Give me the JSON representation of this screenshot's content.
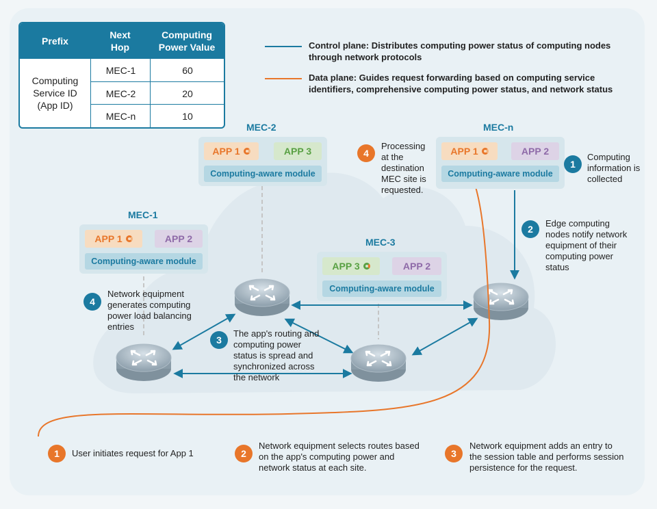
{
  "table": {
    "headers": [
      "Prefix",
      "Next Hop",
      "Computing Power Value"
    ],
    "prefix": "Computing Service ID (App ID)",
    "rows": [
      {
        "next_hop": "MEC-1",
        "value": "60"
      },
      {
        "next_hop": "MEC-2",
        "value": "20"
      },
      {
        "next_hop": "MEC-n",
        "value": "10"
      }
    ]
  },
  "legend": {
    "control": "Control plane: Distributes computing power status of computing nodes through network protocols",
    "data": "Data plane: Guides request forwarding based on computing service identifiers, comprehensive computing power status, and network status"
  },
  "mec": {
    "mec1": {
      "title": "MEC-1",
      "app_a": "APP 1",
      "app_b": "APP 2",
      "module": "Computing-aware module"
    },
    "mec2": {
      "title": "MEC-2",
      "app_a": "APP 1",
      "app_b": "APP 3",
      "module": "Computing-aware module"
    },
    "mec3": {
      "title": "MEC-3",
      "app_a": "APP 3",
      "app_b": "APP 2",
      "module": "Computing-aware module"
    },
    "mecn": {
      "title": "MEC-n",
      "app_a": "APP 1",
      "app_b": "APP 2",
      "module": "Computing-aware module"
    }
  },
  "control_steps": [
    {
      "num": "1",
      "text": "Computing information is collected"
    },
    {
      "num": "2",
      "text": "Edge computing nodes notify network equipment of their computing power status"
    },
    {
      "num": "3",
      "text": "The app's routing and computing power status is spread and synchronized across the network"
    },
    {
      "num": "4",
      "text": "Network equipment generates computing power load balancing entries"
    }
  ],
  "data_steps": [
    {
      "num": "1",
      "text": "User initiates request for App 1"
    },
    {
      "num": "2",
      "text": "Network equipment selects routes based on the app's computing power and network status at each site."
    },
    {
      "num": "3",
      "text": "Network equipment adds an entry to the session table and performs session persistence for the request."
    },
    {
      "num": "4",
      "text": "Processing at the destination MEC site is requested."
    }
  ],
  "colors": {
    "control": "#1b7aa0",
    "data": "#e8762a"
  }
}
